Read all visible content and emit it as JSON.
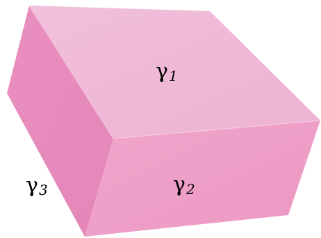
{
  "labels": {
    "top": {
      "symbol": "γ",
      "sub": "1"
    },
    "front": {
      "symbol": "γ",
      "sub": "2"
    },
    "side": {
      "symbol": "γ",
      "sub": "3"
    }
  },
  "colors": {
    "top_face": "#efb7d6",
    "front_face": "#ee9dc6",
    "side_face": "#e78cbc",
    "edge_highlight": "#f7cde3"
  }
}
